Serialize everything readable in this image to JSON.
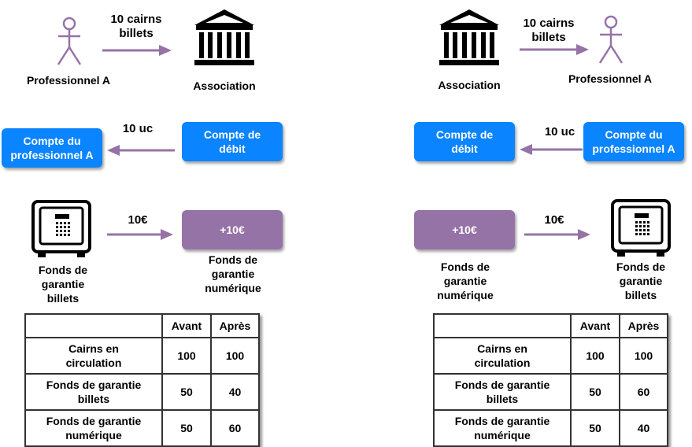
{
  "colors": {
    "accent_blue": "#0a84ff",
    "accent_purple": "#9673a6",
    "arrow": "#9673a6"
  },
  "left": {
    "row1": {
      "actor_label": "Professionnel A",
      "arrow_label_line1": "10 cairns",
      "arrow_label_line2": "billets",
      "institution_label": "Association"
    },
    "row2": {
      "target_line1": "Compte du",
      "target_line2": "professionnel A",
      "arrow_label": "10 uc",
      "source_line1": "Compte de",
      "source_line2": "débit"
    },
    "row3": {
      "safe_line1": "Fonds de",
      "safe_line2": "garantie",
      "safe_line3": "billets",
      "arrow_label": "10€",
      "box_value": "+10€",
      "box_caption_line1": "Fonds de",
      "box_caption_line2": "garantie",
      "box_caption_line3": "numérique"
    },
    "table": {
      "headers": [
        "",
        "Avant",
        "Après"
      ],
      "rows": [
        {
          "label_line1": "Cairns en",
          "label_line2": "circulation",
          "avant": "100",
          "apres": "100"
        },
        {
          "label_line1": "Fonds de garantie",
          "label_line2": "billets",
          "avant": "50",
          "apres": "40"
        },
        {
          "label_line1": "Fonds de garantie",
          "label_line2": "numérique",
          "avant": "50",
          "apres": "60"
        }
      ]
    }
  },
  "right": {
    "row1": {
      "institution_label": "Association",
      "arrow_label_line1": "10 cairns",
      "arrow_label_line2": "billets",
      "actor_label": "Professionnel A"
    },
    "row2": {
      "target_line1": "Compte de",
      "target_line2": "débit",
      "arrow_label": "10 uc",
      "source_line1": "Compte du",
      "source_line2": "professionnel A"
    },
    "row3": {
      "box_value": "+10€",
      "box_caption_line1": "Fonds de",
      "box_caption_line2": "garantie",
      "box_caption_line3": "numérique",
      "arrow_label": "10€",
      "safe_line1": "Fonds de",
      "safe_line2": "garantie",
      "safe_line3": "billets"
    },
    "table": {
      "headers": [
        "",
        "Avant",
        "Après"
      ],
      "rows": [
        {
          "label_line1": "Cairns en",
          "label_line2": "circulation",
          "avant": "100",
          "apres": "100"
        },
        {
          "label_line1": "Fonds de garantie",
          "label_line2": "billets",
          "avant": "50",
          "apres": "60"
        },
        {
          "label_line1": "Fonds de garantie",
          "label_line2": "numérique",
          "avant": "50",
          "apres": "40"
        }
      ]
    }
  }
}
